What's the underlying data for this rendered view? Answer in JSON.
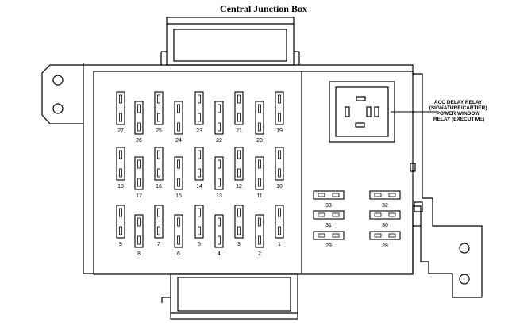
{
  "title": "Central Junction Box",
  "relay_label_lines": [
    "ACC DELAY RELAY",
    "(SIGNATURE/CARTIER)",
    "POWER WINDOW",
    "RELAY (EXECUTIVE)"
  ],
  "rows": [
    [
      "27",
      "26",
      "25",
      "24",
      "23",
      "22",
      "21",
      "20",
      "19"
    ],
    [
      "18",
      "17",
      "16",
      "15",
      "14",
      "13",
      "12",
      "11",
      "10"
    ],
    [
      "9",
      "8",
      "7",
      "6",
      "5",
      "4",
      "3",
      "2",
      "1"
    ]
  ],
  "mini_fuses": [
    [
      "33",
      "32"
    ],
    [
      "31",
      "30"
    ],
    [
      "29",
      "28"
    ]
  ]
}
